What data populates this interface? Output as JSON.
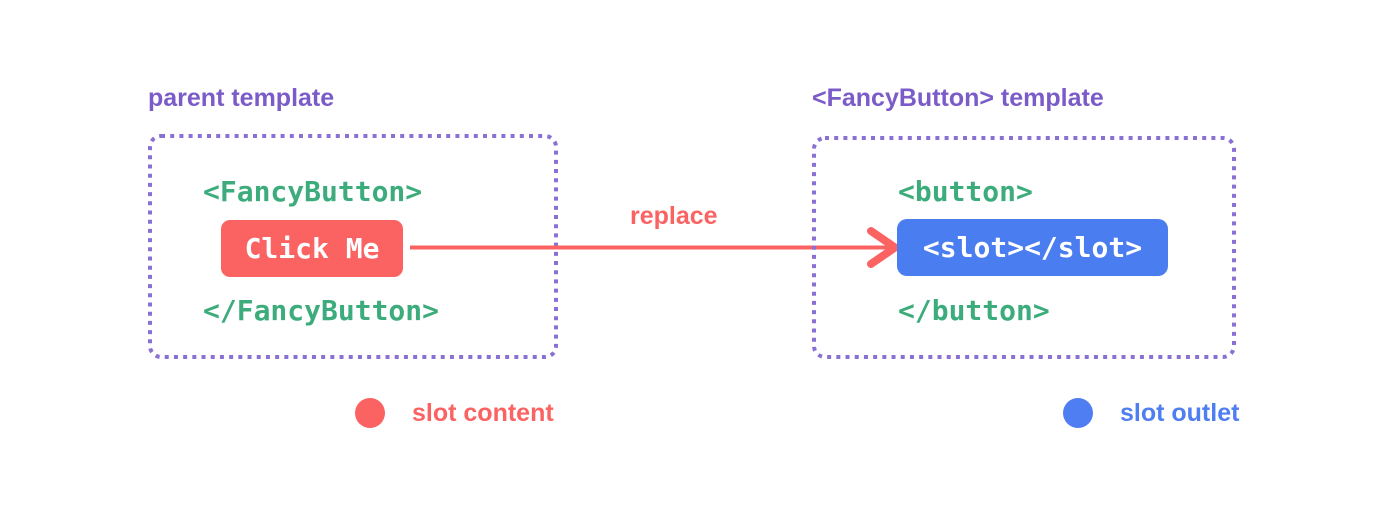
{
  "diagram": {
    "description": "Vue component slots diagram showing slot content replacing slot outlet"
  },
  "colors": {
    "purple_title": "#7a5bc7",
    "purple_dashed_border": "#8a70d4",
    "green_code": "#3dac7c",
    "red_accent": "#fb6363",
    "blue_accent": "#4a7df0",
    "white": "#ffffff"
  },
  "parent_panel": {
    "title": "parent template",
    "open_tag": "<FancyButton>",
    "button_label": "Click Me",
    "close_tag": "</FancyButton>"
  },
  "arrow": {
    "label": "replace"
  },
  "fancy_button_panel": {
    "title": "<FancyButton> template",
    "open_tag": "<button>",
    "slot_code": "<slot></slot>",
    "close_tag": "</button>"
  },
  "legend": {
    "slot_content_label": "slot content",
    "slot_outlet_label": "slot outlet"
  }
}
